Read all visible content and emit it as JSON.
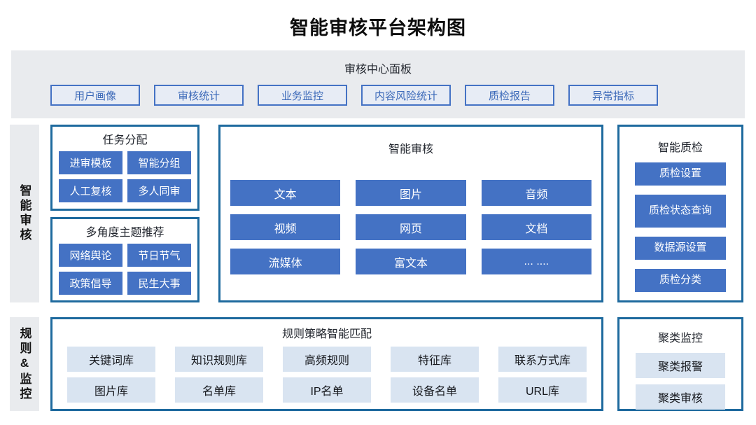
{
  "title": "智能审核平台架构图",
  "colors": {
    "accent_blue": "#4472c4",
    "box_border": "#1e6a9e",
    "panel_bg": "#e9ebee",
    "light_button_bg": "#d9e4f1",
    "band_button_text": "#3a68b8"
  },
  "top_panel": {
    "title": "审核中心面板",
    "buttons": [
      "用户画像",
      "审核统计",
      "业务监控",
      "内容风险统计",
      "质检报告",
      "异常指标"
    ]
  },
  "sidebar": {
    "sections": [
      {
        "label": "智能审核"
      },
      {
        "label": "规则&监控"
      }
    ]
  },
  "task_allocation": {
    "title": "任务分配",
    "buttons": [
      "进审模板",
      "智能分组",
      "人工复核",
      "多人同审"
    ]
  },
  "topic_recommendation": {
    "title": "多角度主题推荐",
    "buttons": [
      "网络舆论",
      "节日节气",
      "政策倡导",
      "民生大事"
    ]
  },
  "intelligent_review": {
    "title": "智能审核",
    "buttons": [
      "文本",
      "图片",
      "音频",
      "视频",
      "网页",
      "文档",
      "流媒体",
      "富文本",
      "... ...."
    ]
  },
  "quality_inspection": {
    "title": "智能质检",
    "buttons": [
      "质检设置",
      "质检状态查询",
      "数据源设置",
      "质检分类"
    ]
  },
  "rule_matching": {
    "title": "规则策略智能匹配",
    "buttons": [
      "关键词库",
      "知识规则库",
      "高频规则",
      "特征库",
      "联系方式库",
      "图片库",
      "名单库",
      "IP名单",
      "设备名单",
      "URL库"
    ]
  },
  "cluster_monitoring": {
    "title": "聚类监控",
    "buttons": [
      "聚类报警",
      "聚类审核"
    ]
  }
}
